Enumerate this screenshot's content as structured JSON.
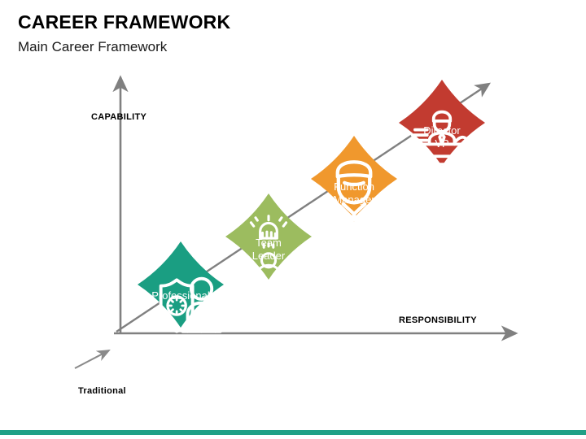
{
  "slide": {
    "title": "CAREER FRAMEWORK",
    "subtitle": "Main Career Framework",
    "background_color": "#ffffff",
    "accent_bar_color": "#20a086"
  },
  "axes": {
    "vertical_label": "CAPABILITY",
    "horizontal_label": "RESPONSIBILITY",
    "diagonal_label": "Traditional",
    "axis_color": "#808080"
  },
  "chart_data": {
    "type": "diagram",
    "title": "Main Career Framework",
    "xlabel": "RESPONSIBILITY",
    "ylabel": "CAPABILITY",
    "annotations": [
      "Traditional"
    ],
    "categories": [
      "Professional",
      "Team Leader",
      "Function Manager",
      "Director VP"
    ],
    "values": [
      1,
      2,
      3,
      4
    ]
  },
  "nodes": [
    {
      "label_line1": "Professional",
      "label_line2": "",
      "color": "#1a9e82",
      "icon": "shield-person-icon",
      "level": 1
    },
    {
      "label_line1": "Team",
      "label_line2": "Leader",
      "color": "#9cbc5f",
      "icon": "team-group-icon",
      "level": 2
    },
    {
      "label_line1": "Function",
      "label_line2": "Manager",
      "color": "#f0982d",
      "icon": "businessman-icon",
      "level": 3
    },
    {
      "label_line1": "Director",
      "label_line2": "VP",
      "color": "#c23b30",
      "icon": "desk-executive-icon",
      "level": 4
    }
  ]
}
